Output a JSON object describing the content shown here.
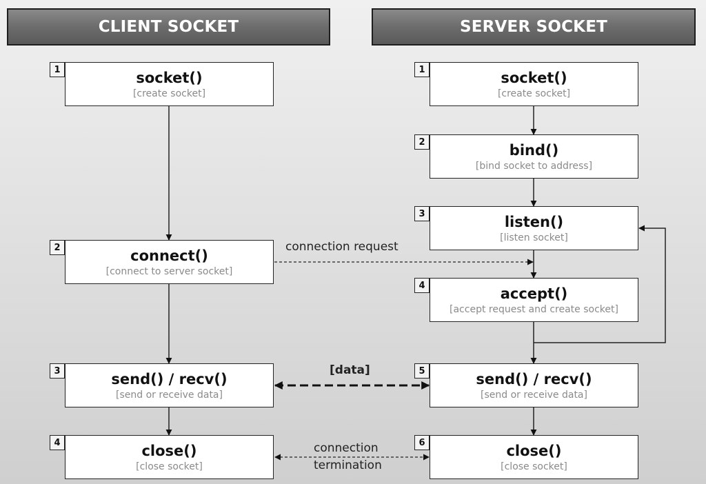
{
  "headers": {
    "client": "CLIENT SOCKET",
    "server": "SERVER SOCKET"
  },
  "client": {
    "steps": [
      {
        "number": "1",
        "function": "socket()",
        "description": "[create socket]"
      },
      {
        "number": "2",
        "function": "connect()",
        "description": "[connect to server socket]"
      },
      {
        "number": "3",
        "function": "send() / recv()",
        "description": "[send or receive data]"
      },
      {
        "number": "4",
        "function": "close()",
        "description": "[close socket]"
      }
    ]
  },
  "server": {
    "steps": [
      {
        "number": "1",
        "function": "socket()",
        "description": "[create socket]"
      },
      {
        "number": "2",
        "function": "bind()",
        "description": "[bind socket to address]"
      },
      {
        "number": "3",
        "function": "listen()",
        "description": "[listen socket]"
      },
      {
        "number": "4",
        "function": "accept()",
        "description": "[accept request and create socket]"
      },
      {
        "number": "5",
        "function": "send() / recv()",
        "description": "[send or receive data]"
      },
      {
        "number": "6",
        "function": "close()",
        "description": "[close socket]"
      }
    ]
  },
  "links": {
    "connection_request": "connection request",
    "data": "[data]",
    "termination_line1": "connection",
    "termination_line2": "termination"
  }
}
